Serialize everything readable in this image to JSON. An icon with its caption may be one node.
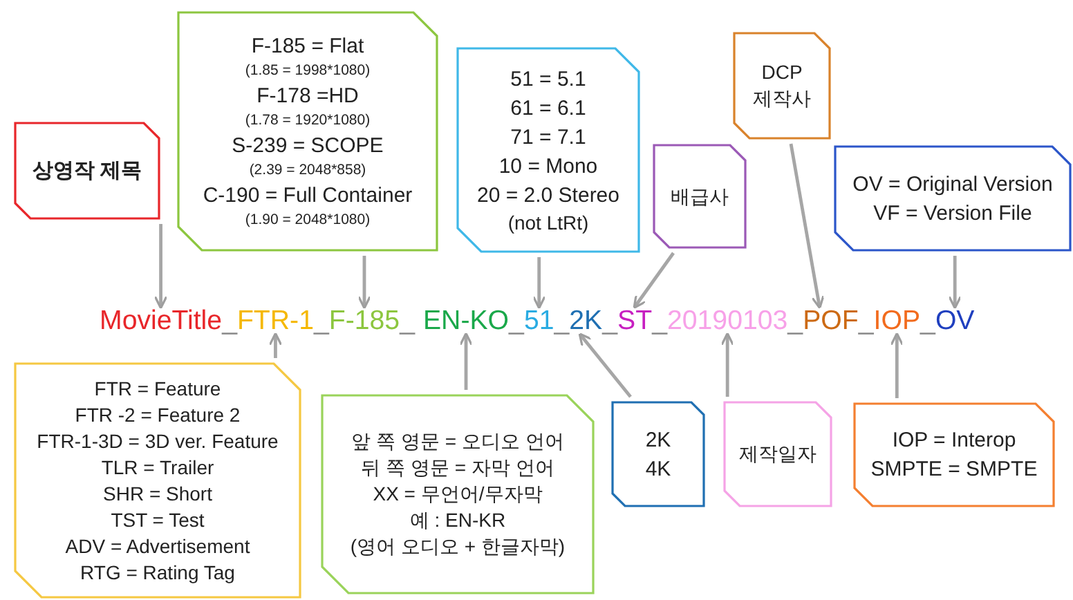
{
  "diagram": {
    "nodes": [
      {
        "text": [
          "상영작 제목"
        ]
      },
      {
        "text": [
          "F-185 = Flat",
          "(1.85 = 1998*1080)",
          "F-178 =HD",
          "(1.78 = 1920*1080)",
          "S-239 = SCOPE",
          "(2.39 = 2048*858)",
          "C-190 = Full Container",
          "(1.90 = 2048*1080)"
        ]
      },
      {
        "text": [
          "51 = 5.1",
          "61 = 6.1",
          "71 = 7.1",
          "10 = Mono",
          "20 = 2.0 Stereo",
          "(not LtRt)"
        ]
      },
      {
        "text": [
          "배급사"
        ]
      },
      {
        "text": [
          "DCP 제작사"
        ]
      },
      {
        "text": [
          "OV = Original Version",
          "VF = Version File"
        ]
      },
      {
        "text": [
          "MovieTitle"
        ]
      },
      {
        "text": [
          "FTR-1"
        ]
      },
      {
        "text": [
          "F-185"
        ]
      },
      {
        "text": [
          "EN-KO"
        ]
      },
      {
        "text": [
          "51"
        ]
      },
      {
        "text": [
          "2K"
        ]
      },
      {
        "text": [
          "ST"
        ]
      },
      {
        "text": [
          "20190103"
        ]
      },
      {
        "text": [
          "POF"
        ]
      },
      {
        "text": [
          "IOP"
        ]
      },
      {
        "text": [
          "OV"
        ]
      },
      {
        "text": [
          "FTR = Feature",
          "FTR -2 = Feature 2",
          "FTR-1-3D = 3D ver. Feature",
          "TLR = Trailer",
          "SHR = Short",
          "TST = Test",
          "ADV = Advertisement",
          "RTG = Rating Tag"
        ]
      },
      {
        "text": [
          "앞 쪽 영문 = 오디오 언어",
          "뒤 쪽 영문 = 자막 언어",
          "XX = 무언어/무자막",
          "예 : EN-KR",
          "(영어 오디오 + 한글자막)"
        ]
      },
      {
        "text": [
          "2K",
          "4K"
        ]
      },
      {
        "text": [
          "제작일자"
        ]
      },
      {
        "text": [
          "IOP = Interop",
          "SMPTE = SMPTE"
        ]
      }
    ],
    "edges": [
      {
        "from": 0,
        "to": 6,
        "arrow": "to"
      },
      {
        "from": 1,
        "to": 8,
        "arrow": "to"
      },
      {
        "from": 2,
        "to": 10,
        "arrow": "to"
      },
      {
        "from": 3,
        "to": 12,
        "arrow": "to"
      },
      {
        "from": 4,
        "to": 14,
        "arrow": "to"
      },
      {
        "from": 5,
        "to": 16,
        "arrow": "to"
      },
      {
        "from": 17,
        "to": 7,
        "arrow": "to"
      },
      {
        "from": 18,
        "to": 9,
        "arrow": "to"
      },
      {
        "from": 19,
        "to": 11,
        "arrow": "to"
      },
      {
        "from": 20,
        "to": 13,
        "arrow": "to"
      },
      {
        "from": 21,
        "to": 15,
        "arrow": "to"
      }
    ],
    "labels": [
      "_",
      "_",
      "_",
      "_",
      "_",
      "_",
      "_",
      "_",
      "_",
      "_"
    ]
  }
}
